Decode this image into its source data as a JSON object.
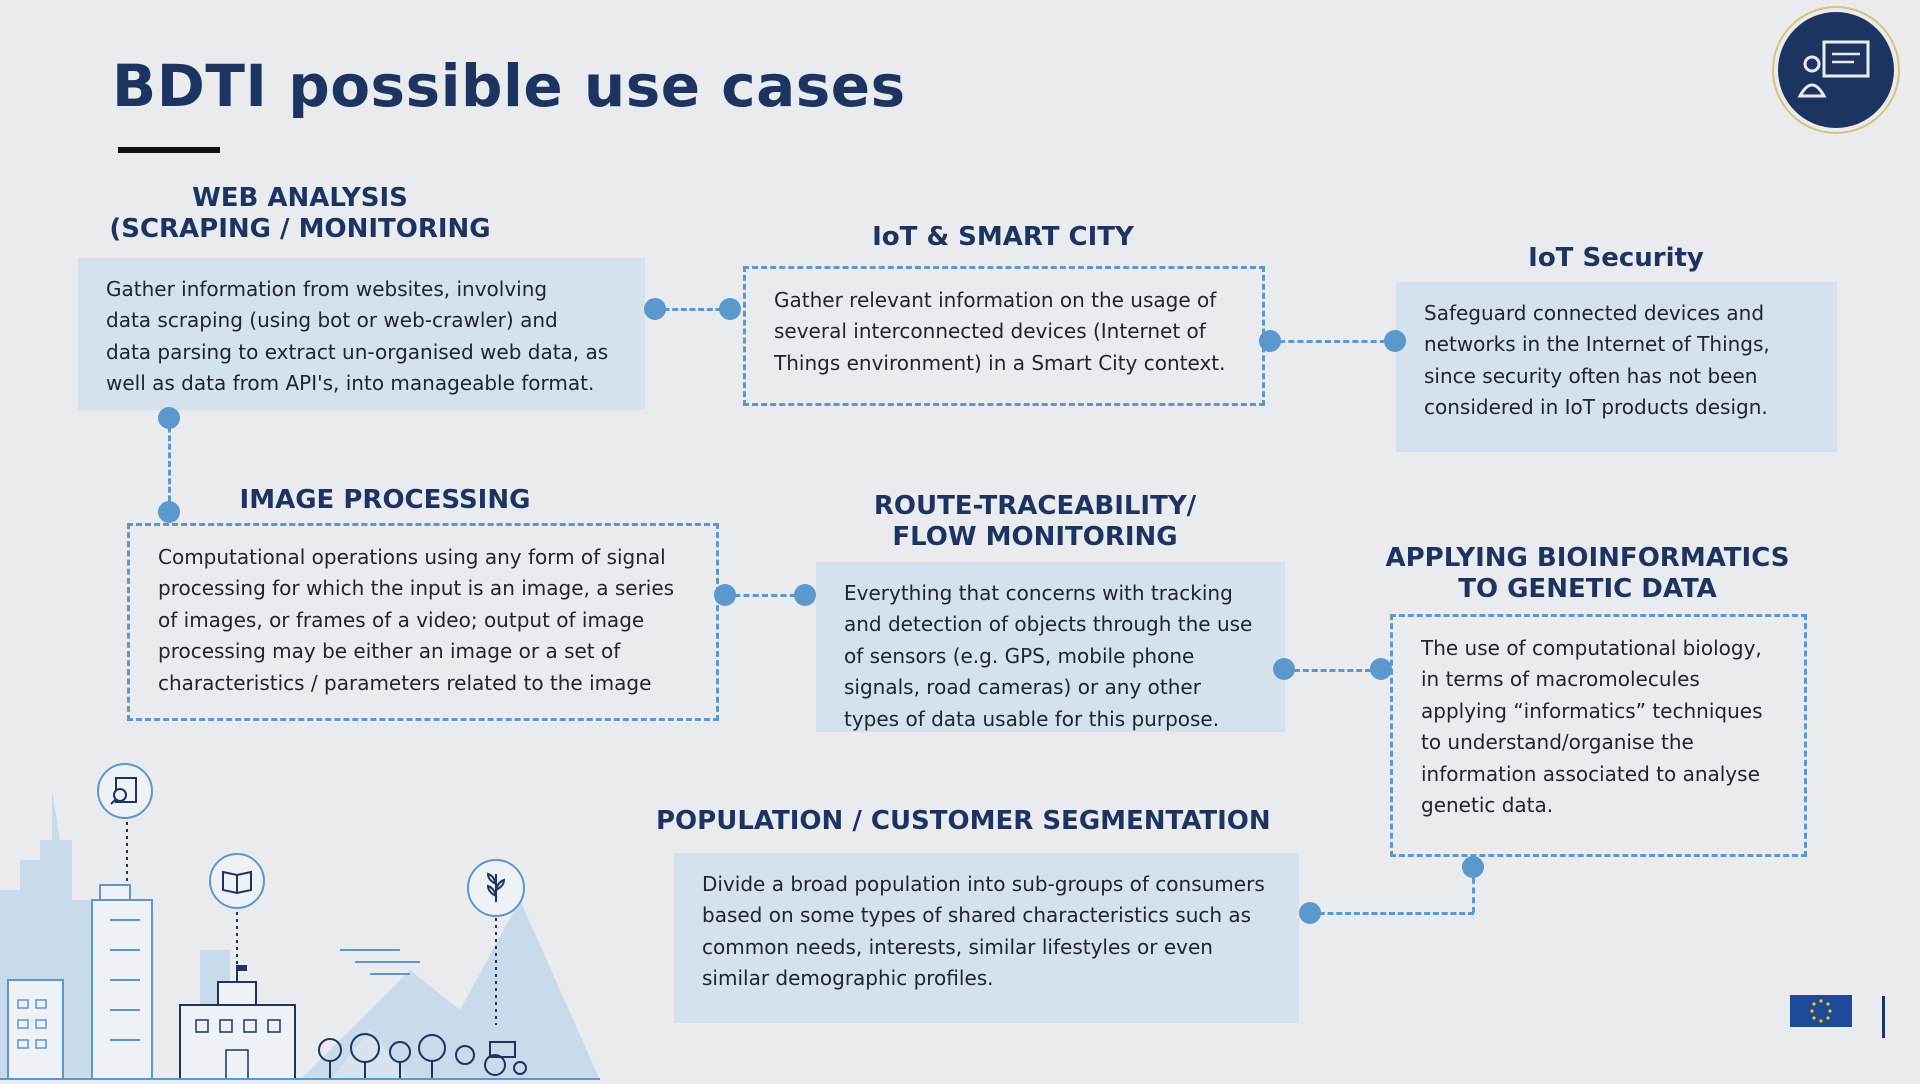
{
  "title": "BDTI possible use cases",
  "cases": {
    "web": {
      "heading": [
        "WEB ANALYSIS",
        "(SCRAPING / MONITORING"
      ],
      "text": [
        "Gather information from websites, involving",
        "data scraping (using bot or web-crawler) and",
        "data parsing to extract un-organised web data, as",
        "well as data from API's, into manageable format."
      ]
    },
    "iot_city": {
      "heading": [
        "IoT & SMART CITY"
      ],
      "text": [
        "Gather relevant information on the usage of",
        "several interconnected devices (Internet of",
        "Things environment) in a Smart City context."
      ]
    },
    "iot_security": {
      "heading": [
        "IoT Security"
      ],
      "text": [
        "Safeguard connected devices and",
        "networks in the Internet of Things,",
        "since security often has not been",
        "considered in IoT products design."
      ]
    },
    "image": {
      "heading": [
        "IMAGE PROCESSING"
      ],
      "text": [
        "Computational operations using any form of signal",
        "processing for which the input is an image, a series",
        "of images, or frames of a video; output of image",
        "processing may be either an image or a set of",
        "characteristics / parameters related to the image"
      ]
    },
    "route": {
      "heading": [
        "ROUTE-TRACEABILITY/",
        "FLOW MONITORING"
      ],
      "text": [
        "Everything that concerns with tracking",
        "and detection of objects through the use",
        "of sensors (e.g. GPS, mobile phone",
        "signals, road cameras) or any other",
        "types of data usable for this purpose."
      ]
    },
    "bio": {
      "heading": [
        "APPLYING BIOINFORMATICS",
        "TO GENETIC DATA"
      ],
      "text": [
        "The use of computational biology,",
        "in terms of macromolecules",
        "applying “informatics” techniques",
        "to understand/organise the",
        "information associated to analyse",
        "genetic data."
      ]
    },
    "population": {
      "heading": [
        "POPULATION / CUSTOMER SEGMENTATION"
      ],
      "text": [
        "Divide a broad population into sub-groups of consumers",
        "based on some types of shared characteristics such as",
        "common needs, interests, similar lifestyles or even",
        "similar demographic profiles."
      ]
    }
  },
  "icons": {
    "logo": "presentation-board-icon",
    "illustration": "city-skyline-illustration",
    "search_doc": "search-document-icon",
    "book": "open-book-icon",
    "plant": "plant-icon",
    "eu": "european-commission-logo"
  },
  "colors": {
    "background": "#e9ebef",
    "heading": "#1d3461",
    "box_fill": "#d5e1ec",
    "connector": "#5d98cc"
  }
}
